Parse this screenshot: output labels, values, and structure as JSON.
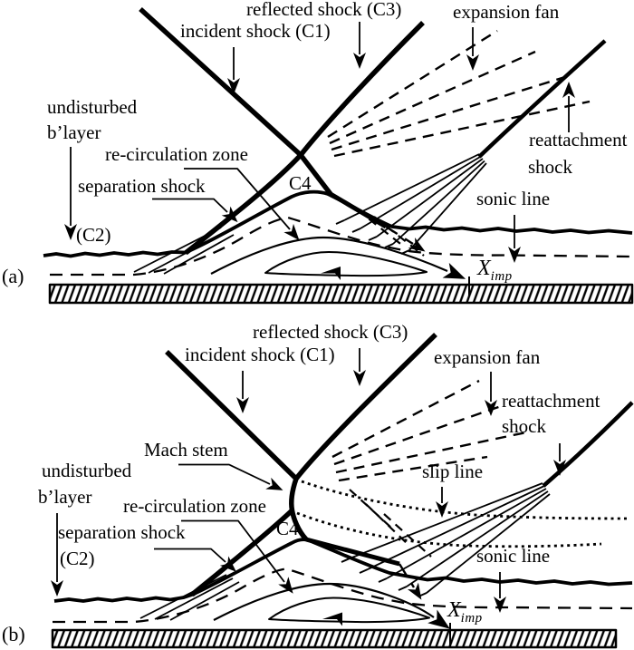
{
  "colors": {
    "ink": "#000000",
    "background": "#ffffff"
  },
  "panel_a": {
    "tag": "(a)",
    "labels": {
      "reflected_shock": "reflected shock (C3)",
      "incident_shock": "incident shock (C1)",
      "expansion_fan": "expansion fan",
      "undisturbed_line1": "undisturbed",
      "undisturbed_line2": "b’layer",
      "recirculation_zone": "re-circulation zone",
      "separation_shock": "separation shock",
      "c2": "(C2)",
      "c4": "C4",
      "reattachment_line1": "reattachment",
      "reattachment_line2": "shock",
      "sonic_line": "sonic line",
      "x_imp_base": "X",
      "x_imp_sub": "imp"
    }
  },
  "panel_b": {
    "tag": "(b)",
    "labels": {
      "reflected_shock": "reflected shock (C3)",
      "incident_shock": "incident shock (C1)",
      "expansion_fan": "expansion fan",
      "reattachment_line1": "reattachment",
      "reattachment_line2": "shock",
      "mach_stem": "Mach stem",
      "slip_line": "slip line",
      "undisturbed_line1": "undisturbed",
      "undisturbed_line2": "b’layer",
      "recirculation_zone": "re-circulation zone",
      "separation_shock": "separation shock",
      "c2": "(C2)",
      "c4": "C4",
      "sonic_line": "sonic line",
      "x_imp_base": "X",
      "x_imp_sub": "imp"
    }
  }
}
